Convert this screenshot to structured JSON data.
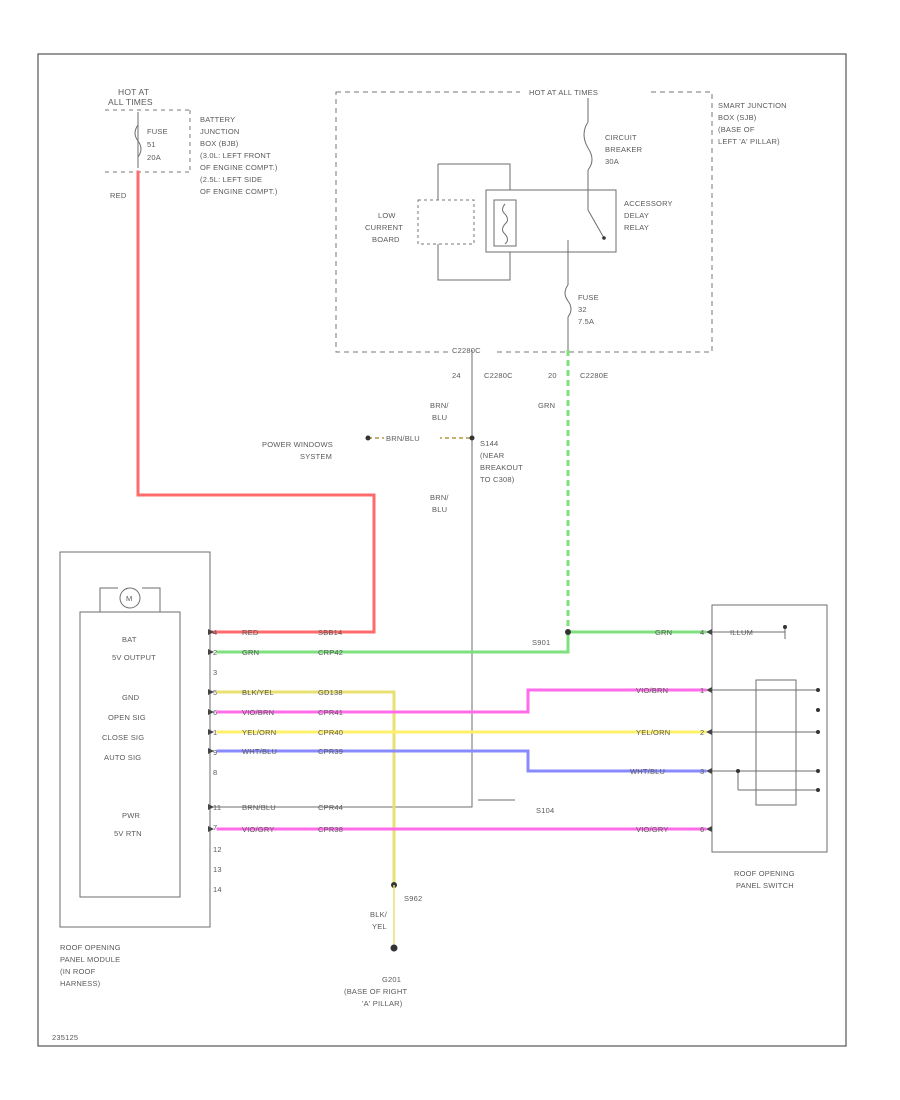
{
  "diagram": {
    "hot_at_all_times_left": [
      "HOT AT",
      "ALL TIMES"
    ],
    "battery_fuse": [
      "FUSE",
      "51",
      "20A"
    ],
    "battery_junction_box": [
      "BATTERY",
      "JUNCTION",
      "BOX (BJB)",
      "(3.0L: LEFT FRONT",
      "OF ENGINE COMPT.)",
      "(2.5L: LEFT SIDE",
      "OF ENGINE COMPT.)"
    ],
    "wire_red_left": "RED",
    "hot_at_all_times_top": "HOT AT ALL TIMES",
    "smart_junction_box": [
      "SMART JUNCTION",
      "BOX (SJB)",
      "(BASE OF",
      "LEFT 'A' PILLAR)"
    ],
    "circuit_breaker": [
      "CIRCUIT",
      "BREAKER",
      "30A"
    ],
    "accessory_delay_relay": [
      "ACCESSORY",
      "DELAY",
      "RELAY"
    ],
    "low_current_board": [
      "LOW",
      "CURRENT",
      "BOARD"
    ],
    "fuse_32": [
      "FUSE",
      "32",
      "7.5A"
    ],
    "conn_c2280c": "C2280C",
    "pin_24": "24",
    "c2280c_label": "C2280C",
    "pin_20": "20",
    "c2280e_label": "C2280E",
    "wire_brn_blu_top": [
      "BRN/",
      "BLU"
    ],
    "wire_grn_top": "GRN",
    "power_windows": [
      "POWER WINDOWS",
      "SYSTEM"
    ],
    "wire_brn_blu_horiz": "BRN/BLU",
    "s144": [
      "S144",
      "(NEAR",
      "BREAKOUT",
      "TO C308)"
    ],
    "wire_brn_blu_mid": [
      "BRN/",
      "BLU"
    ],
    "module_title": [
      "ROOF OPENING",
      "PANEL MODULE",
      "(IN ROOF",
      "HARNESS)"
    ],
    "module_label_m": "M",
    "module_pins": [
      "BAT",
      "5V OUTPUT",
      "GND",
      "OPEN SIG",
      "CLOSE SIG",
      "AUTO SIG",
      "PWR",
      "5V RTN"
    ],
    "pin_numbers": [
      "4",
      "2",
      "3",
      "5",
      "6",
      "1",
      "9",
      "8",
      "11",
      "7",
      "12",
      "13",
      "14"
    ],
    "left_wire_colors": [
      "RED",
      "GRN",
      "BLK/YEL",
      "VIO/BRN",
      "YEL/ORN",
      "WHT/BLU",
      "BRN/BLU",
      "VIO/GRY"
    ],
    "circuit_ids": [
      "SBB14",
      "CRP42",
      "GD138",
      "CPR41",
      "CPR40",
      "CPR39",
      "CPR44",
      "CPR38"
    ],
    "s901": "S901",
    "s901_wire": "GRN",
    "right_wire_colors": [
      "VIO/BRN",
      "YEL/ORN",
      "WHT/BLU",
      "VIO/GRY"
    ],
    "right_pin_numbers": [
      "4",
      "1",
      "2",
      "3",
      "6"
    ],
    "switch_illum": "ILLUM",
    "switch_title": [
      "ROOF OPENING",
      "PANEL SWITCH"
    ],
    "s104": "S104",
    "splice_label": "S962",
    "ground_wire": [
      "BLK/",
      "YEL"
    ],
    "ground_loc": [
      "G201",
      "(BASE OF RIGHT",
      "'A' PILLAR)"
    ],
    "page_id": "235125"
  }
}
